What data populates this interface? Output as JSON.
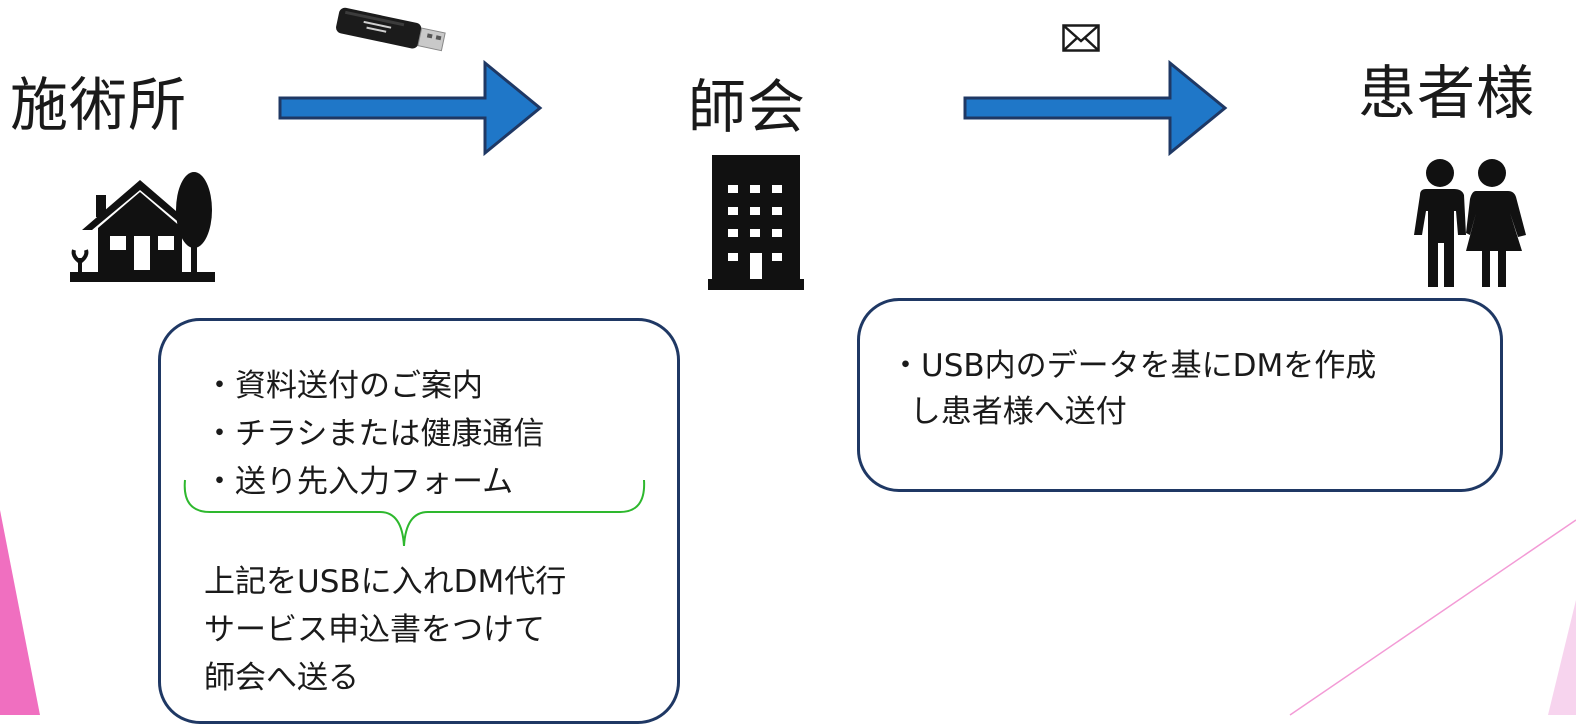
{
  "nodes": {
    "clinic": "施術所",
    "association": "師会",
    "patients": "患者様"
  },
  "left_box": {
    "items": [
      "・資料送付のご案内",
      "・チラシまたは健康通信",
      "・送り先入力フォーム"
    ],
    "note_lines": [
      "上記をUSBに入れDM代行",
      "サービス申込書をつけて",
      "師会へ送る"
    ]
  },
  "right_box": {
    "lines": [
      "・USB内のデータを基にDMを作成",
      "  し患者様へ送付"
    ]
  },
  "icons": {
    "usb": "usb-drive-icon",
    "mail": "envelope-icon",
    "clinic": "house-with-tree-icon",
    "association": "office-building-icon",
    "patients": "couple-people-icon"
  },
  "colors": {
    "arrow_fill": "#1f77c8",
    "arrow_stroke": "#1f3864",
    "box_border": "#1f3864",
    "brace": "#2eb82e",
    "pink_accent": "#f06fc0",
    "pink_light": "#f7c8ea"
  }
}
